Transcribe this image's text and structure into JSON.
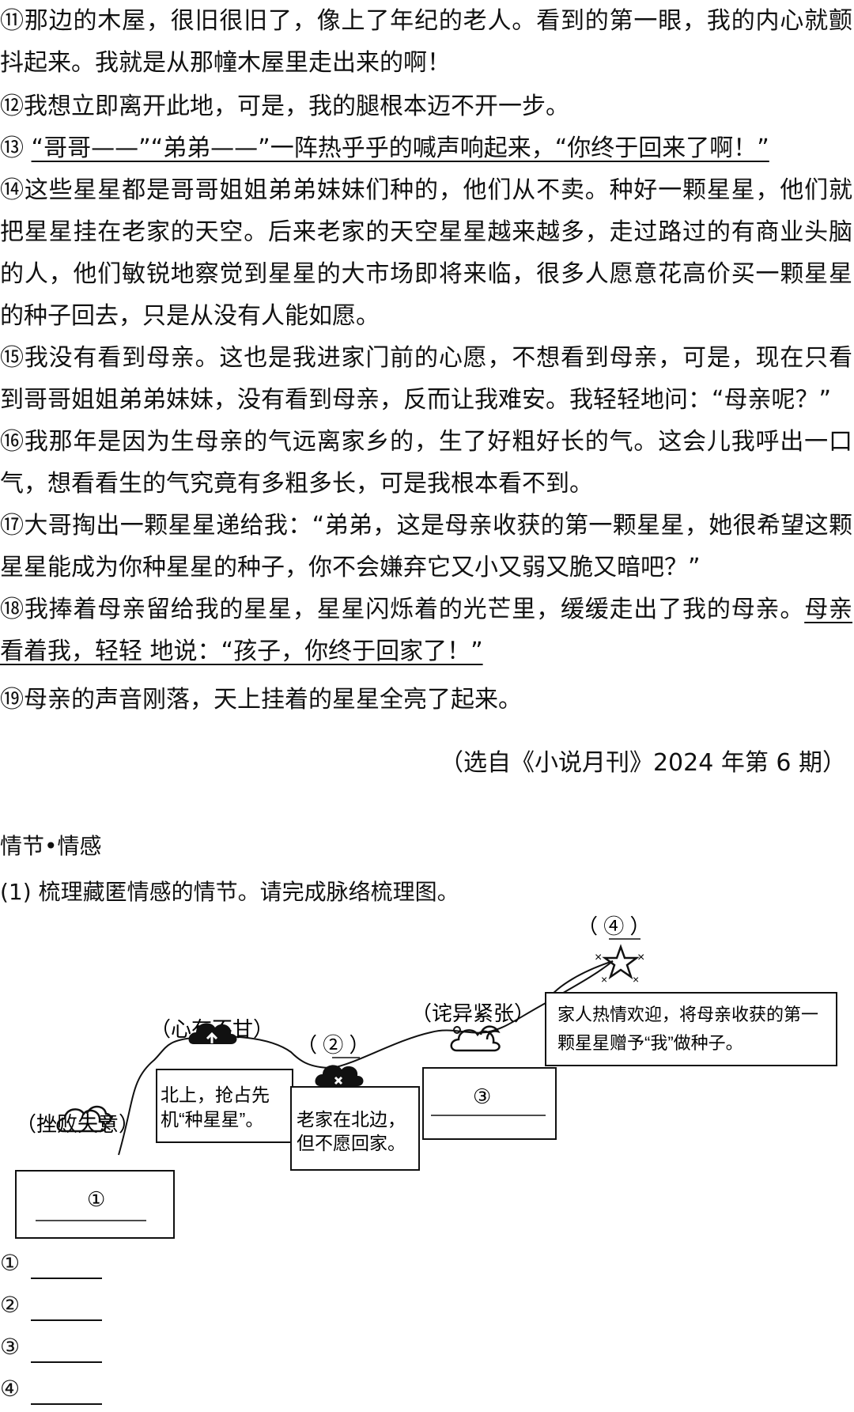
{
  "paragraphs": [
    {
      "id": "p11",
      "parts": [
        {
          "text": "⑪那边的木屋，很旧很旧了，像上了年纪的老人。看到的第一眼，我的内心就颤抖起来。我就是从那幢木屋里走出来的啊！",
          "underline": false
        }
      ]
    },
    {
      "id": "p12",
      "parts": [
        {
          "text": "⑫我想立即离开此地，可是，我的腿根本迈不开一步。",
          "underline": false
        }
      ]
    },
    {
      "id": "p13",
      "parts": [
        {
          "text": "⑬ ",
          "underline": false
        },
        {
          "text": "“哥哥——”“弟弟——”一阵热乎乎的喊声响起来，“你终于回来了啊！”",
          "underline": true
        }
      ]
    },
    {
      "id": "p14",
      "parts": [
        {
          "text": "⑭这些星星都是哥哥姐姐弟弟妹妹们种的，他们从不卖。种好一颗星星，他们就把星星挂在老家的天空。后来老家的天空星星越来越多，走过路过的有商业头脑的人，他们敏锐地察觉到星星的大市场即将来临，很多人愿意花高价买一颗星星的种子回去，只是从没有人能如愿。",
          "underline": false
        }
      ]
    },
    {
      "id": "p15",
      "parts": [
        {
          "text": "⑮我没有看到母亲。这也是我进家门前的心愿，不想看到母亲，可是，现在只看到哥哥姐姐弟弟妹妹，没有看到母亲，反而让我难安。我轻轻地问：“母亲呢？”",
          "underline": false
        }
      ]
    },
    {
      "id": "p16",
      "parts": [
        {
          "text": "⑯我那年是因为生母亲的气远离家乡的，生了好粗好长的气。这会儿我呼出一口气，想看看生的气究竟有多粗多长，可是我根本看不到。",
          "underline": false
        }
      ]
    },
    {
      "id": "p17",
      "parts": [
        {
          "text": "⑰大哥掏出一颗星星递给我：“弟弟，这是母亲收获的第一颗星星，她很希望这颗星星能成为你种星星的种子，你不会嫌弃它又小又弱又脆又暗吧？”",
          "underline": false
        }
      ]
    },
    {
      "id": "p18",
      "parts": [
        {
          "text": "⑱我捧着母亲留给我的星星，星星闪烁着的光芒里，缓缓走出了我的母亲。",
          "underline": false
        },
        {
          "text": "母亲看着我，轻轻 地说：“孩子，你终于回家了！”",
          "underline": true
        }
      ]
    },
    {
      "id": "p19",
      "parts": [
        {
          "text": "⑲母亲的声音刚落，天上挂着的星星全亮了起来。",
          "underline": false
        }
      ]
    }
  ],
  "source": "（选自《小说月刊》2024 年第 6 期）",
  "section_title": "情节•情感",
  "question": "(1) 梳理藏匿情感的情节。请完成脉络梳理图。",
  "diagram": {
    "labels": {
      "cuobai": "（挫败失意）",
      "xinyou": "（心有不甘）",
      "q2": "（ ② ）",
      "chayi": "（诧异紧张）",
      "q4": "（ ④ ）"
    },
    "boxes": {
      "box1": "①",
      "box_north": [
        "北上，抢占先",
        "机“种星星”。"
      ],
      "box_home": [
        "老家在北边，",
        "但不愿回家。"
      ],
      "box3": "③",
      "box_family": [
        "家人热情欢迎，将母亲收获的第一",
        "颗星星赠予“我”做种子。"
      ]
    }
  },
  "answers": [
    {
      "label": "①"
    },
    {
      "label": "②"
    },
    {
      "label": "③"
    },
    {
      "label": "④"
    }
  ]
}
